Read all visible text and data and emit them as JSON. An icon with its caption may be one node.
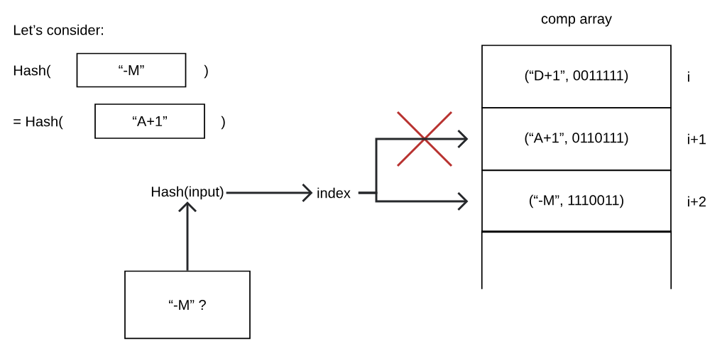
{
  "diagram": {
    "nodes": [
      {
        "text": [
          "“-M”"
        ]
      },
      {
        "text": [
          "“A+1”"
        ]
      },
      {
        "text": [
          "Hash(input)"
        ]
      },
      {
        "text": [
          "index"
        ]
      },
      {
        "text": [
          "(“D+1”, 0011111)"
        ],
        "beside": [
          "i"
        ]
      },
      {
        "text": [
          "(“A+1”, 0110111)"
        ],
        "beside": [
          "i+1"
        ]
      },
      {
        "text": [
          "(“-M”, 1110011)"
        ],
        "beside": [
          "i+2"
        ]
      },
      {
        "text": [],
        "shape": "box"
      },
      {
        "text": [
          "“-M” ?"
        ]
      }
    ],
    "edges": [
      {
        "from": 8,
        "to": 2,
        "arrow": "to"
      },
      {
        "from": 2,
        "to": 3,
        "arrow": "to"
      },
      {
        "from": 3,
        "to": 5,
        "arrow": "to"
      },
      {
        "from": 3,
        "to": 6,
        "arrow": "to"
      }
    ],
    "labels": [
      "Let’s consider:",
      "Hash(",
      ")",
      "= Hash(",
      ")",
      "comp array"
    ]
  }
}
